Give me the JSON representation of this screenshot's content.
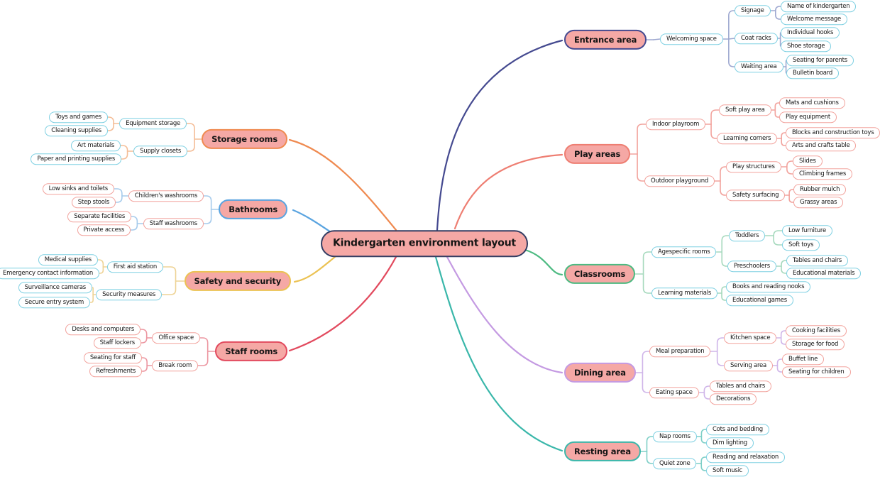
{
  "title": "Kindergarten environment layout",
  "background": "#ffffff",
  "text_color": "#151515",
  "center": {
    "label": "Kindergarten environment layout",
    "fill": "#f5a8a5",
    "border": "#333d63"
  },
  "root_fill": "#f5a8a5",
  "child_fill": "#ffffff",
  "branches": [
    {
      "label": "Entrance area",
      "side": "right",
      "color": "#454a90",
      "link_color": "#9ea8d0",
      "child_border": "#7fd0e2",
      "children": [
        {
          "label": "Welcoming space",
          "children": [
            {
              "label": "Signage",
              "children": [
                {
                  "label": "Name of kindergarten"
                },
                {
                  "label": "Welcome message"
                }
              ]
            },
            {
              "label": "Coat racks",
              "children": [
                {
                  "label": "Individual hooks"
                },
                {
                  "label": "Shoe storage"
                }
              ]
            },
            {
              "label": "Waiting area",
              "children": [
                {
                  "label": "Seating for parents"
                },
                {
                  "label": "Bulletin board"
                }
              ]
            }
          ]
        }
      ]
    },
    {
      "label": "Play areas",
      "side": "right",
      "color": "#ee7e72",
      "link_color": "#f2a39d",
      "child_border": "#f2a39d",
      "children": [
        {
          "label": "Indoor playroom",
          "children": [
            {
              "label": "Soft play area",
              "children": [
                {
                  "label": "Mats and cushions"
                },
                {
                  "label": "Play equipment"
                }
              ]
            },
            {
              "label": "Learning corners",
              "children": [
                {
                  "label": "Blocks and construction toys"
                },
                {
                  "label": "Arts and crafts table"
                }
              ]
            }
          ]
        },
        {
          "label": "Outdoor playground",
          "children": [
            {
              "label": "Play structures",
              "children": [
                {
                  "label": "Slides"
                },
                {
                  "label": "Climbing frames"
                }
              ]
            },
            {
              "label": "Safety surfacing",
              "children": [
                {
                  "label": "Rubber mulch"
                },
                {
                  "label": "Grassy areas"
                }
              ]
            }
          ]
        }
      ]
    },
    {
      "label": "Classrooms",
      "side": "right",
      "color": "#4cba81",
      "link_color": "#a6d9bd",
      "child_border": "#7fd0e2",
      "children": [
        {
          "label": "Agespecific rooms",
          "children": [
            {
              "label": "Toddlers",
              "children": [
                {
                  "label": "Low furniture"
                },
                {
                  "label": "Soft toys"
                }
              ]
            },
            {
              "label": "Preschoolers",
              "children": [
                {
                  "label": "Tables and chairs"
                },
                {
                  "label": "Educational materials"
                }
              ]
            }
          ]
        },
        {
          "label": "Learning materials",
          "children": [
            {
              "label": "Books and reading nooks"
            },
            {
              "label": "Educational games"
            }
          ]
        }
      ]
    },
    {
      "label": "Dining area",
      "side": "right",
      "color": "#c49ae2",
      "link_color": "#cfb5e9",
      "child_border": "#f2a39d",
      "children": [
        {
          "label": "Meal preparation",
          "children": [
            {
              "label": "Kitchen space",
              "children": [
                {
                  "label": "Cooking facilities"
                },
                {
                  "label": "Storage for food"
                }
              ]
            },
            {
              "label": "Serving area",
              "children": [
                {
                  "label": "Buffet line"
                },
                {
                  "label": "Seating for children"
                }
              ]
            }
          ]
        },
        {
          "label": "Eating space",
          "children": [
            {
              "label": "Tables and chairs"
            },
            {
              "label": "Decorations"
            }
          ]
        }
      ]
    },
    {
      "label": "Resting area",
      "side": "right",
      "color": "#3ab7aa",
      "link_color": "#7fcfc7",
      "child_border": "#7fd0e2",
      "children": [
        {
          "label": "Nap rooms",
          "children": [
            {
              "label": "Cots and bedding"
            },
            {
              "label": "Dim lighting"
            }
          ]
        },
        {
          "label": "Quiet zone",
          "children": [
            {
              "label": "Reading and relaxation"
            },
            {
              "label": "Soft music"
            }
          ]
        }
      ]
    },
    {
      "label": "Storage rooms",
      "side": "left",
      "color": "#ef8a50",
      "link_color": "#f4bd97",
      "child_border": "#7fd0e2",
      "children": [
        {
          "label": "Equipment storage",
          "children": [
            {
              "label": "Toys and games"
            },
            {
              "label": "Cleaning supplies"
            }
          ]
        },
        {
          "label": "Supply closets",
          "children": [
            {
              "label": "Art materials"
            },
            {
              "label": "Paper and printing supplies"
            }
          ]
        }
      ]
    },
    {
      "label": "Bathrooms",
      "side": "left",
      "color": "#5aa4e0",
      "link_color": "#a6cbec",
      "child_border": "#f2a39d",
      "children": [
        {
          "label": "Children's washrooms",
          "children": [
            {
              "label": "Low sinks and toilets"
            },
            {
              "label": "Step stools"
            }
          ]
        },
        {
          "label": "Staff washrooms",
          "children": [
            {
              "label": "Separate facilities"
            },
            {
              "label": "Private access"
            }
          ]
        }
      ]
    },
    {
      "label": "Safety and security",
      "side": "left",
      "color": "#ebc253",
      "link_color": "#eed395",
      "child_border": "#7fd0e2",
      "children": [
        {
          "label": "First aid station",
          "children": [
            {
              "label": "Medical supplies"
            },
            {
              "label": "Emergency contact information"
            }
          ]
        },
        {
          "label": "Security measures",
          "children": [
            {
              "label": "Surveillance cameras"
            },
            {
              "label": "Secure entry system"
            }
          ]
        }
      ]
    },
    {
      "label": "Staff rooms",
      "side": "left",
      "color": "#e24a5e",
      "link_color": "#ec96a1",
      "child_border": "#f2a39d",
      "children": [
        {
          "label": "Office space",
          "children": [
            {
              "label": "Desks and computers"
            },
            {
              "label": "Staff lockers"
            }
          ]
        },
        {
          "label": "Break room",
          "children": [
            {
              "label": "Seating for staff"
            },
            {
              "label": "Refreshments"
            }
          ]
        }
      ]
    }
  ]
}
